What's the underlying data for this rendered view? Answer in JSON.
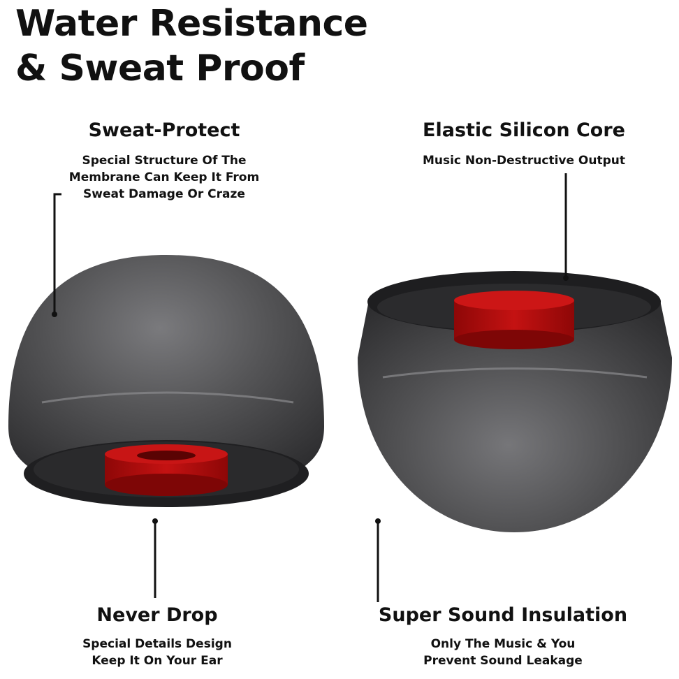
{
  "headline": {
    "line1": "Water Resistance",
    "line2": "& Sweat Proof"
  },
  "features": {
    "sweat_protect": {
      "title": "Sweat-Protect",
      "lines": [
        "Special Structure Of The",
        "Membrane Can Keep It From",
        "Sweat Damage Or Craze"
      ]
    },
    "elastic_core": {
      "title": "Elastic Silicon Core",
      "lines": [
        "Music Non-Destructive Output"
      ]
    },
    "never_drop": {
      "title": "Never Drop",
      "lines": [
        "Special Details Design",
        "Keep It On Your Ear"
      ]
    },
    "sound_insulation": {
      "title": "Super Sound Insulation",
      "lines": [
        "Only The Music & You",
        "Prevent Sound Leakage"
      ]
    }
  },
  "colors": {
    "tip_body": "#4a4a4c",
    "core": "#b00b0b",
    "text": "#111111"
  }
}
